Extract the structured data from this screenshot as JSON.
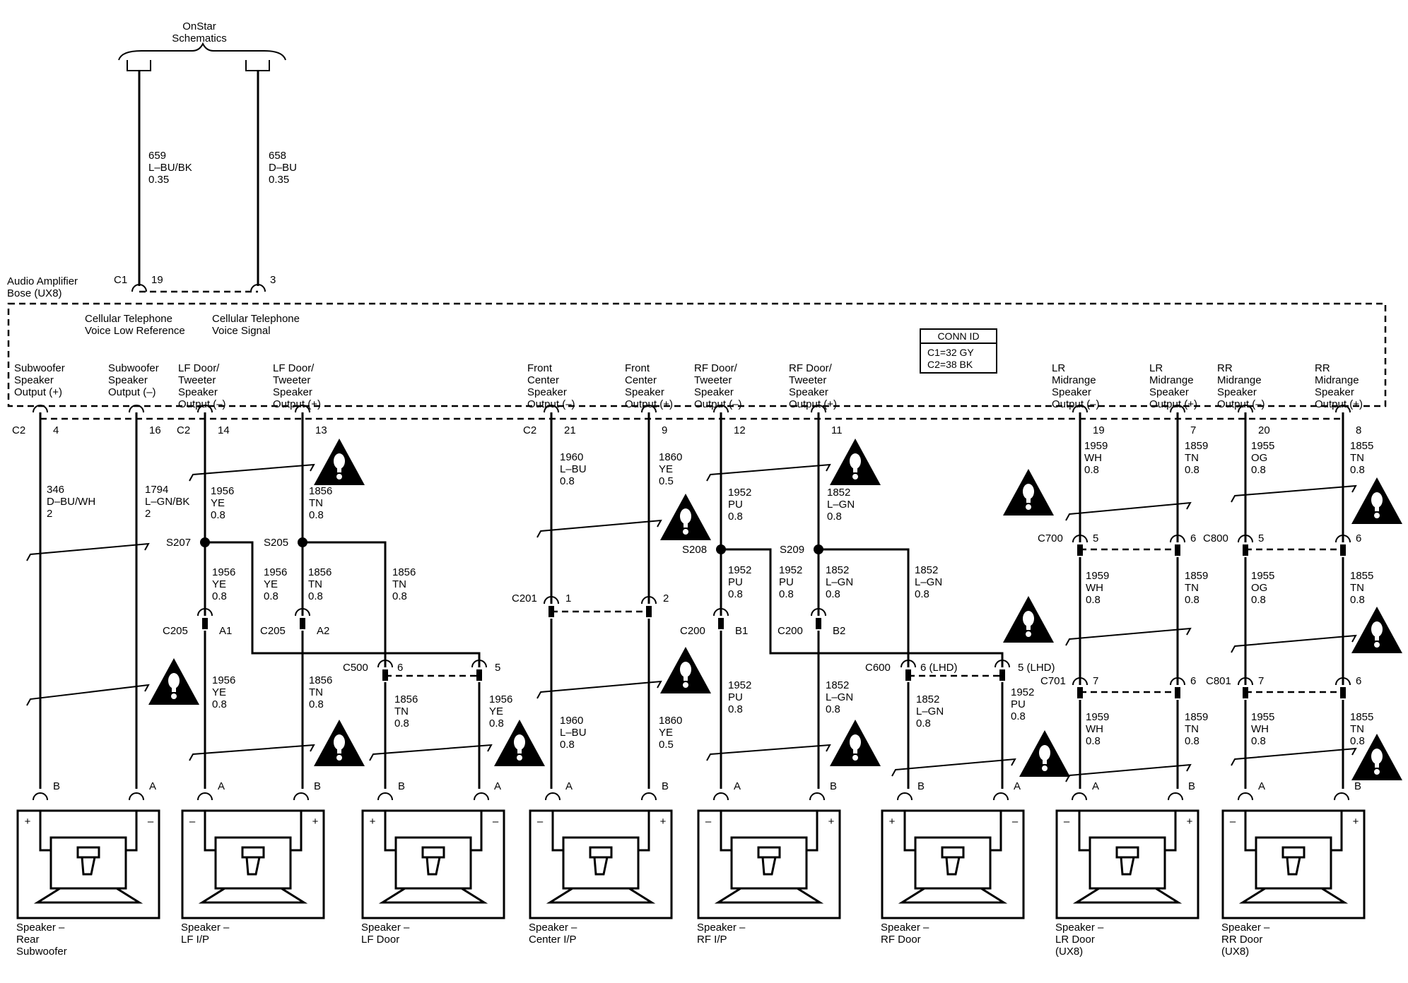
{
  "onstar": {
    "title": [
      "OnStar",
      "Schematics"
    ]
  },
  "amplifier": {
    "name": [
      "Audio Amplifier",
      "Bose (UX8)"
    ],
    "c1_pins": {
      "connector": "C1",
      "pin_a": "19",
      "pin_b": "3"
    },
    "c1_labels": [
      [
        "Cellular Telephone",
        "Voice Low Reference"
      ],
      [
        "Cellular Telephone",
        "Voice Signal"
      ]
    ],
    "c1_wires": [
      [
        "659",
        "L–BU/BK",
        "0.35"
      ],
      [
        "658",
        "D–BU",
        "0.35"
      ]
    ],
    "conn_id": {
      "title": "CONN ID",
      "lines": [
        "C1=32 GY",
        "C2=38 BK"
      ]
    }
  },
  "outputs": [
    {
      "label": [
        "Subwoofer",
        "Speaker",
        "Output (+)"
      ],
      "conn": "C2",
      "pin": "4",
      "wire": [
        "346",
        "D–BU/WH",
        "2"
      ]
    },
    {
      "label": [
        "Subwoofer",
        "Speaker",
        "Output (–)"
      ],
      "conn": "",
      "pin": "16",
      "wire": [
        "1794",
        "L–GN/BK",
        "2"
      ]
    },
    {
      "label": [
        "LF Door/",
        "Tweeter",
        "Speaker",
        "Output (–)"
      ],
      "conn": "C2",
      "pin": "14",
      "wire": [
        "1956",
        "YE",
        "0.8"
      ]
    },
    {
      "label": [
        "LF Door/",
        "Tweeter",
        "Speaker",
        "Output (+)"
      ],
      "conn": "",
      "pin": "13",
      "wire": [
        "1856",
        "TN",
        "0.8"
      ]
    },
    {
      "label": [
        "Front",
        "Center",
        "Speaker",
        "Output (–)"
      ],
      "conn": "C2",
      "pin": "21",
      "wire": [
        "1960",
        "L–BU",
        "0.8"
      ]
    },
    {
      "label": [
        "Front",
        "Center",
        "Speaker",
        "Output (+)"
      ],
      "conn": "",
      "pin": "9",
      "wire": [
        "1860",
        "YE",
        "0.5"
      ]
    },
    {
      "label": [
        "RF Door/",
        "Tweeter",
        "Speaker",
        "Output (–)"
      ],
      "conn": "",
      "pin": "12",
      "wire": [
        "1952",
        "PU",
        "0.8"
      ]
    },
    {
      "label": [
        "RF Door/",
        "Tweeter",
        "Speaker",
        "Output (+)"
      ],
      "conn": "",
      "pin": "11",
      "wire": [
        "1852",
        "L–GN",
        "0.8"
      ]
    },
    {
      "label": [
        "LR",
        "Midrange",
        "Speaker",
        "Output (–)"
      ],
      "conn": "",
      "pin": "19",
      "wire": [
        "1959",
        "WH",
        "0.8"
      ]
    },
    {
      "label": [
        "LR",
        "Midrange",
        "Speaker",
        "Output (+)"
      ],
      "conn": "",
      "pin": "7",
      "wire": [
        "1859",
        "TN",
        "0.8"
      ]
    },
    {
      "label": [
        "RR",
        "Midrange",
        "Speaker",
        "Output (–)"
      ],
      "conn": "",
      "pin": "20",
      "wire": [
        "1955",
        "OG",
        "0.8"
      ]
    },
    {
      "label": [
        "RR",
        "Midrange",
        "Speaker",
        "Output (+)"
      ],
      "conn": "",
      "pin": "8",
      "wire": [
        "1855",
        "TN",
        "0.8"
      ]
    }
  ],
  "splices": [
    {
      "id": "S207",
      "wire_branch": [
        "1956",
        "YE",
        "0.8"
      ],
      "wire_down": [
        "1956",
        "YE",
        "0.8"
      ]
    },
    {
      "id": "S205",
      "wire_branch": [
        "1856",
        "TN",
        "0.8"
      ],
      "wire_down": [
        "1856",
        "TN",
        "0.8"
      ]
    },
    {
      "id": "S208",
      "wire_branch": [
        "1952",
        "PU",
        "0.8"
      ],
      "wire_down": [
        "1952",
        "PU",
        "0.8"
      ]
    },
    {
      "id": "S209",
      "wire_branch": [
        "1852",
        "L–GN",
        "0.8"
      ],
      "wire_down": [
        "1852",
        "L–GN",
        "0.8"
      ]
    }
  ],
  "inline_connectors": [
    {
      "id": "C205",
      "pin": "A1"
    },
    {
      "id": "C205",
      "pin": "A2"
    },
    {
      "id": "C500",
      "pin_a": "6",
      "pin_b": "5"
    },
    {
      "id": "C201",
      "pin_a": "1",
      "pin_b": "2"
    },
    {
      "id": "C200",
      "pin": "B1"
    },
    {
      "id": "C200",
      "pin": "B2"
    },
    {
      "id": "C600",
      "pin_a": "6 (LHD)",
      "pin_b": "5 (LHD)"
    },
    {
      "id": "C700",
      "pin_a": "5",
      "pin_b": "6"
    },
    {
      "id": "C701",
      "pin_a": "7",
      "pin_b": "6"
    },
    {
      "id": "C800",
      "pin_a": "5",
      "pin_b": "6"
    },
    {
      "id": "C801",
      "pin_a": "7",
      "pin_b": "6"
    }
  ],
  "lower_wires": [
    [
      "1956",
      "YE",
      "0.8"
    ],
    [
      "1856",
      "TN",
      "0.8"
    ],
    [
      "1856",
      "TN",
      "0.8"
    ],
    [
      "1956",
      "YE",
      "0.8"
    ],
    [
      "1960",
      "L–BU",
      "0.8"
    ],
    [
      "1860",
      "YE",
      "0.5"
    ],
    [
      "1952",
      "PU",
      "0.8"
    ],
    [
      "1852",
      "L–GN",
      "0.8"
    ],
    [
      "1852",
      "L–GN",
      "0.8"
    ],
    [
      "1952",
      "PU",
      "0.8"
    ],
    [
      "1959",
      "WH",
      "0.8"
    ],
    [
      "1859",
      "TN",
      "0.8"
    ],
    [
      "1959",
      "WH",
      "0.8"
    ],
    [
      "1859",
      "TN",
      "0.8"
    ],
    [
      "1955",
      "OG",
      "0.8"
    ],
    [
      "1855",
      "TN",
      "0.8"
    ],
    [
      "1955",
      "WH",
      "0.8"
    ],
    [
      "1855",
      "TN",
      "0.8"
    ]
  ],
  "speakers": [
    {
      "name": [
        "Speaker –",
        "Rear",
        "Subwoofer"
      ],
      "left_pin": "B",
      "right_pin": "A",
      "left_sign": "+",
      "right_sign": "–"
    },
    {
      "name": [
        "Speaker –",
        "LF I/P"
      ],
      "left_pin": "A",
      "right_pin": "B",
      "left_sign": "–",
      "right_sign": "+"
    },
    {
      "name": [
        "Speaker –",
        "LF Door"
      ],
      "left_pin": "B",
      "right_pin": "A",
      "left_sign": "+",
      "right_sign": "–"
    },
    {
      "name": [
        "Speaker –",
        "Center I/P"
      ],
      "left_pin": "A",
      "right_pin": "B",
      "left_sign": "–",
      "right_sign": "+"
    },
    {
      "name": [
        "Speaker –",
        "RF I/P"
      ],
      "left_pin": "A",
      "right_pin": "B",
      "left_sign": "–",
      "right_sign": "+"
    },
    {
      "name": [
        "Speaker –",
        "RF Door"
      ],
      "left_pin": "B",
      "right_pin": "A",
      "left_sign": "+",
      "right_sign": "–"
    },
    {
      "name": [
        "Speaker –",
        "LR Door",
        "(UX8)"
      ],
      "left_pin": "A",
      "right_pin": "B",
      "left_sign": "–",
      "right_sign": "+"
    },
    {
      "name": [
        "Speaker –",
        "RR Door",
        "(UX8)"
      ],
      "left_pin": "A",
      "right_pin": "B",
      "left_sign": "–",
      "right_sign": "+"
    }
  ],
  "warning_icon": "warning-triangle-icon"
}
